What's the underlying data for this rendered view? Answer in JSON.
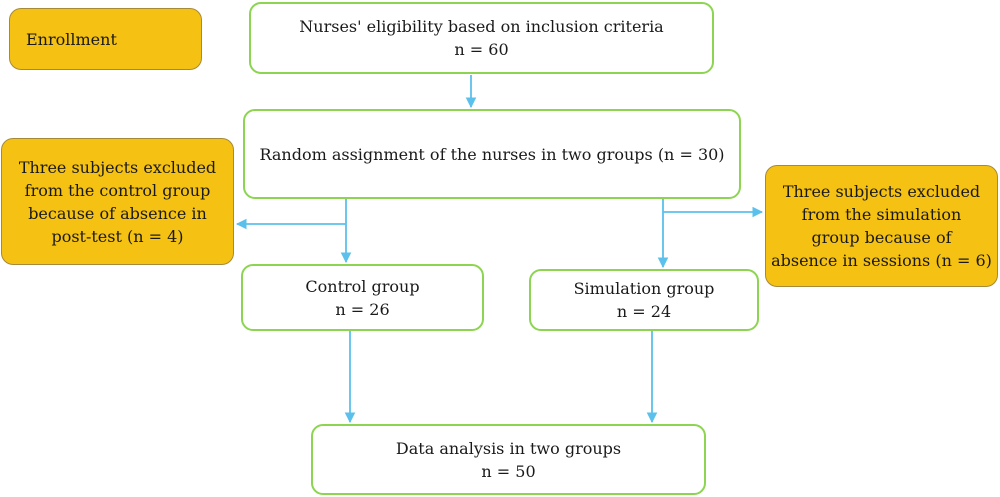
{
  "colors": {
    "box_border": "#8cd451",
    "note_fill": "#f5c113",
    "arrow": "#5bc0eb"
  },
  "enrollment": {
    "label": "Enrollment"
  },
  "eligibility": {
    "line1": "Nurses' eligibility based on inclusion criteria",
    "line2": "n = 60"
  },
  "random": {
    "text": "Random assignment of the nurses in two groups (n = 30)"
  },
  "excluded_control": {
    "lines": [
      "Three subjects excluded",
      "from the control group",
      "because of absence in",
      "post-test (n = 4)"
    ]
  },
  "excluded_simulation": {
    "lines": [
      "Three subjects excluded",
      "from the simulation",
      "group because of",
      "absence in sessions (n = 6)"
    ]
  },
  "control": {
    "title": "Control group",
    "n": "n = 26"
  },
  "simulation": {
    "title": "Simulation group",
    "n": "n = 24"
  },
  "analysis": {
    "title": "Data analysis in two groups",
    "n": "n = 50"
  }
}
